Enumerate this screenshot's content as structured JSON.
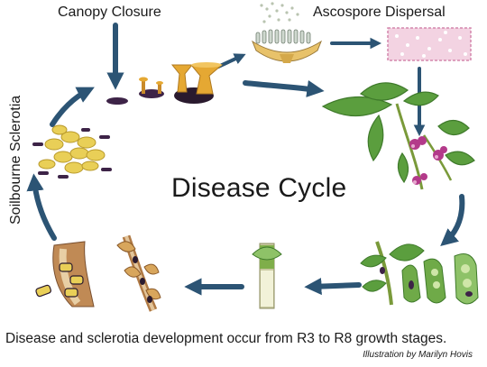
{
  "labels": {
    "canopy_closure": "Canopy Closure",
    "ascospore_dispersal": "Ascospore Dispersal",
    "soilborne_sclerotia": "Soilbourne Sclerotia",
    "disease_cycle": "Disease Cycle",
    "caption": "Disease and sclerotia development occur from R3 to R8 growth stages.",
    "credit": "Illustration by Marilyn Hovis"
  },
  "colors": {
    "arrow": "#2c5474",
    "leaf": "#5b9e3e",
    "leaf_dark": "#3f7a2b",
    "flower": "#b33a8a",
    "apothecia": "#e5a833",
    "sclerotia": "#3d2347",
    "sclerotia_light": "#e9cf57",
    "spore_band": "#e6a0c0",
    "stem_brown": "#b07a45"
  },
  "stages": [
    {
      "name": "germinating-sclerotia",
      "icon": "apothecia-icon"
    },
    {
      "name": "apothecium-cross-section",
      "icon": "apothecium-section-icon"
    },
    {
      "name": "ascospore-band",
      "icon": "ascospore-icon"
    },
    {
      "name": "flowering-plant",
      "icon": "flowering-soybean-icon"
    },
    {
      "name": "infected-pods",
      "icon": "infected-pod-icon"
    },
    {
      "name": "lesioned-stem",
      "icon": "stem-lesion-icon"
    },
    {
      "name": "sclerotia-in-stem",
      "icon": "sclerotia-stem-icon"
    },
    {
      "name": "soil-sclerotia",
      "icon": "soil-sclerotia-icon"
    }
  ]
}
